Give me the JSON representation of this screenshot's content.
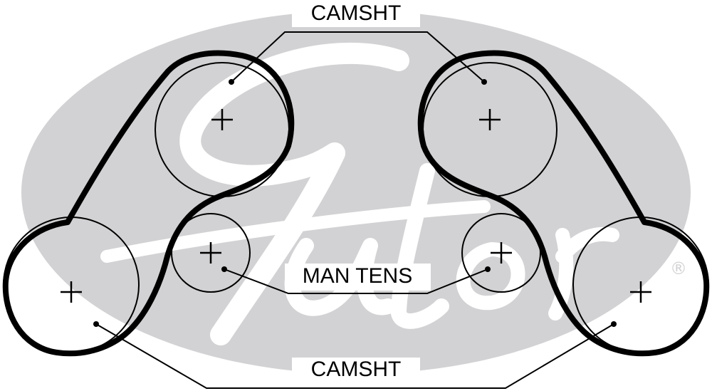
{
  "labels": {
    "camshaft_top": "CAMSHT",
    "man_tens": "MAN TENS",
    "camshaft_bottom": "CAMSHT"
  },
  "watermark": {
    "registered_mark": "®"
  },
  "colors": {
    "ink": "#000000",
    "watermark": "#d2d2d4",
    "background": "#ffffff"
  }
}
